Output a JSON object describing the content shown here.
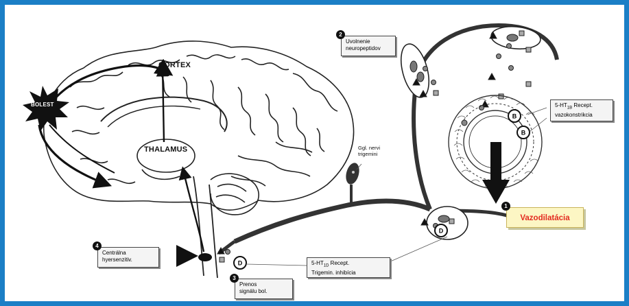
{
  "colors": {
    "frame": "#1b7fc6",
    "accent_text": "#e32a1f",
    "highlight_bg": "#fcf6c4"
  },
  "labels": {
    "bolest": "BOLEST",
    "cortex": "CORTEX",
    "thalamus": "THALAMUS",
    "ggl_line1": "Ggl. nervi",
    "ggl_line2": "trigemini",
    "uvolnenie_line1": "Uvolnenie",
    "uvolnenie_line2": "neuropeptidov",
    "receptor_right_line1": "5-HT",
    "receptor_right_sub": "1B",
    "receptor_right_rest": " Recept.",
    "receptor_right_line2": "vazokonstrikcia",
    "vaso": "Vazodilatácia",
    "centralna_line1": "Centrálna",
    "centralna_line2": "hyersenzitiv.",
    "receptor_bottom_line1": "5-HT",
    "receptor_bottom_sub": "1D",
    "receptor_bottom_rest": " Recept.",
    "receptor_bottom_line2": "Trigemin. inhibícia",
    "prenos_line1": "Prenos",
    "prenos_line2": "signálu bol."
  },
  "steps": {
    "a": "4",
    "b": "2",
    "c": "1",
    "d": "3"
  },
  "receptor_letters": {
    "B": "B",
    "D": "D"
  }
}
